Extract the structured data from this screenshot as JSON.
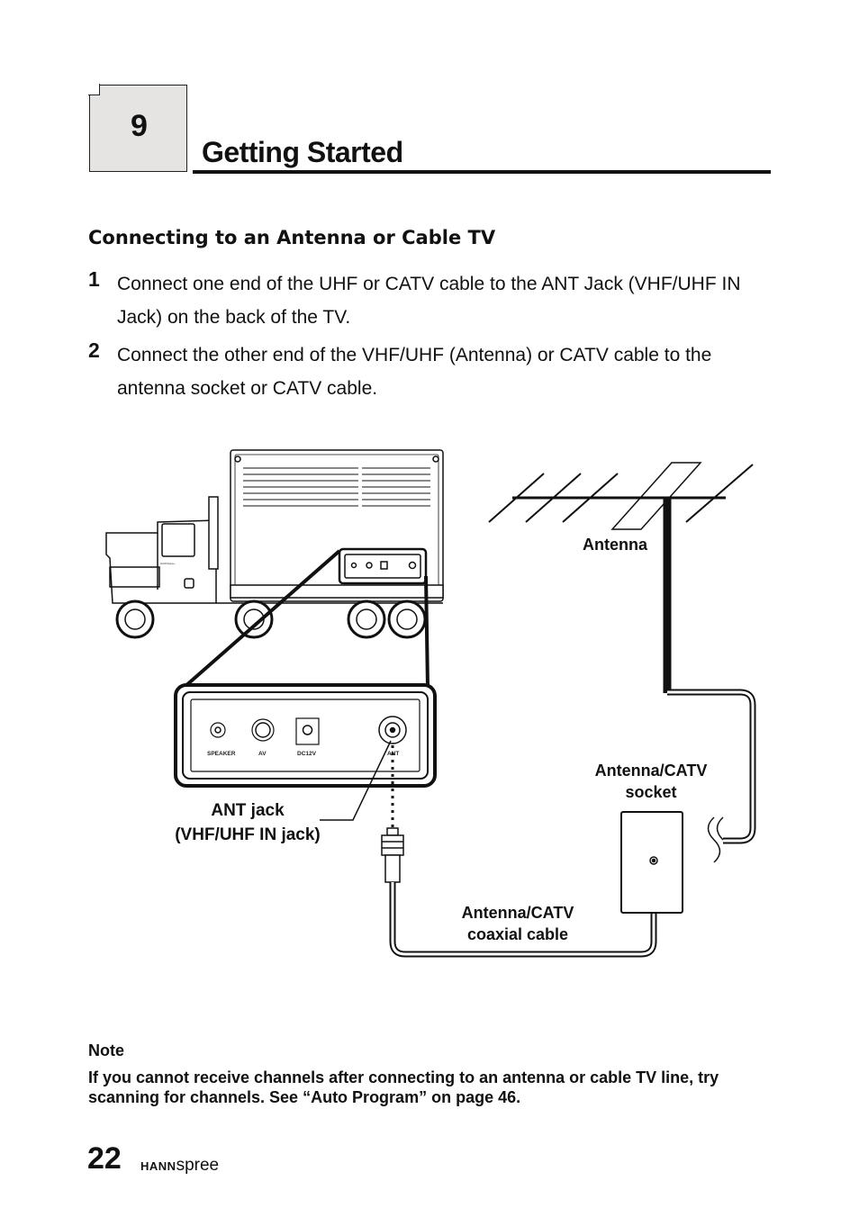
{
  "header": {
    "chapter_number": "9",
    "chapter_title": "Getting Started"
  },
  "section": {
    "heading": "Connecting to an Antenna or Cable TV"
  },
  "steps": [
    {
      "number": "1",
      "text": "Connect one end of the UHF or CATV cable to the ANT Jack (VHF/UHF IN Jack) on the back of the TV."
    },
    {
      "number": "2",
      "text": "Connect the other end of the VHF/UHF (Antenna) or CATV cable to the antenna socket or CATV cable."
    }
  ],
  "diagram": {
    "antenna_label": "Antenna",
    "socket_label_line1": "Antenna/CATV",
    "socket_label_line2": "socket",
    "ant_jack_label_line1": "ANT jack",
    "ant_jack_label_line2": "(VHF/UHF IN jack)",
    "cable_label_line1": "Antenna/CATV",
    "cable_label_line2": "coaxial cable",
    "panel": {
      "speaker": "SPEAKER",
      "av": "AV",
      "dc": "DC12V",
      "ant": "ANT"
    },
    "truck_brand": "HANNspree"
  },
  "note": {
    "title": "Note",
    "text": "If you cannot receive channels after connecting to an antenna or cable TV line, try scanning for channels. See “Auto Program” on page 46."
  },
  "footer": {
    "page_number": "22",
    "brand_bold": "HANN",
    "brand_light": "spree"
  }
}
